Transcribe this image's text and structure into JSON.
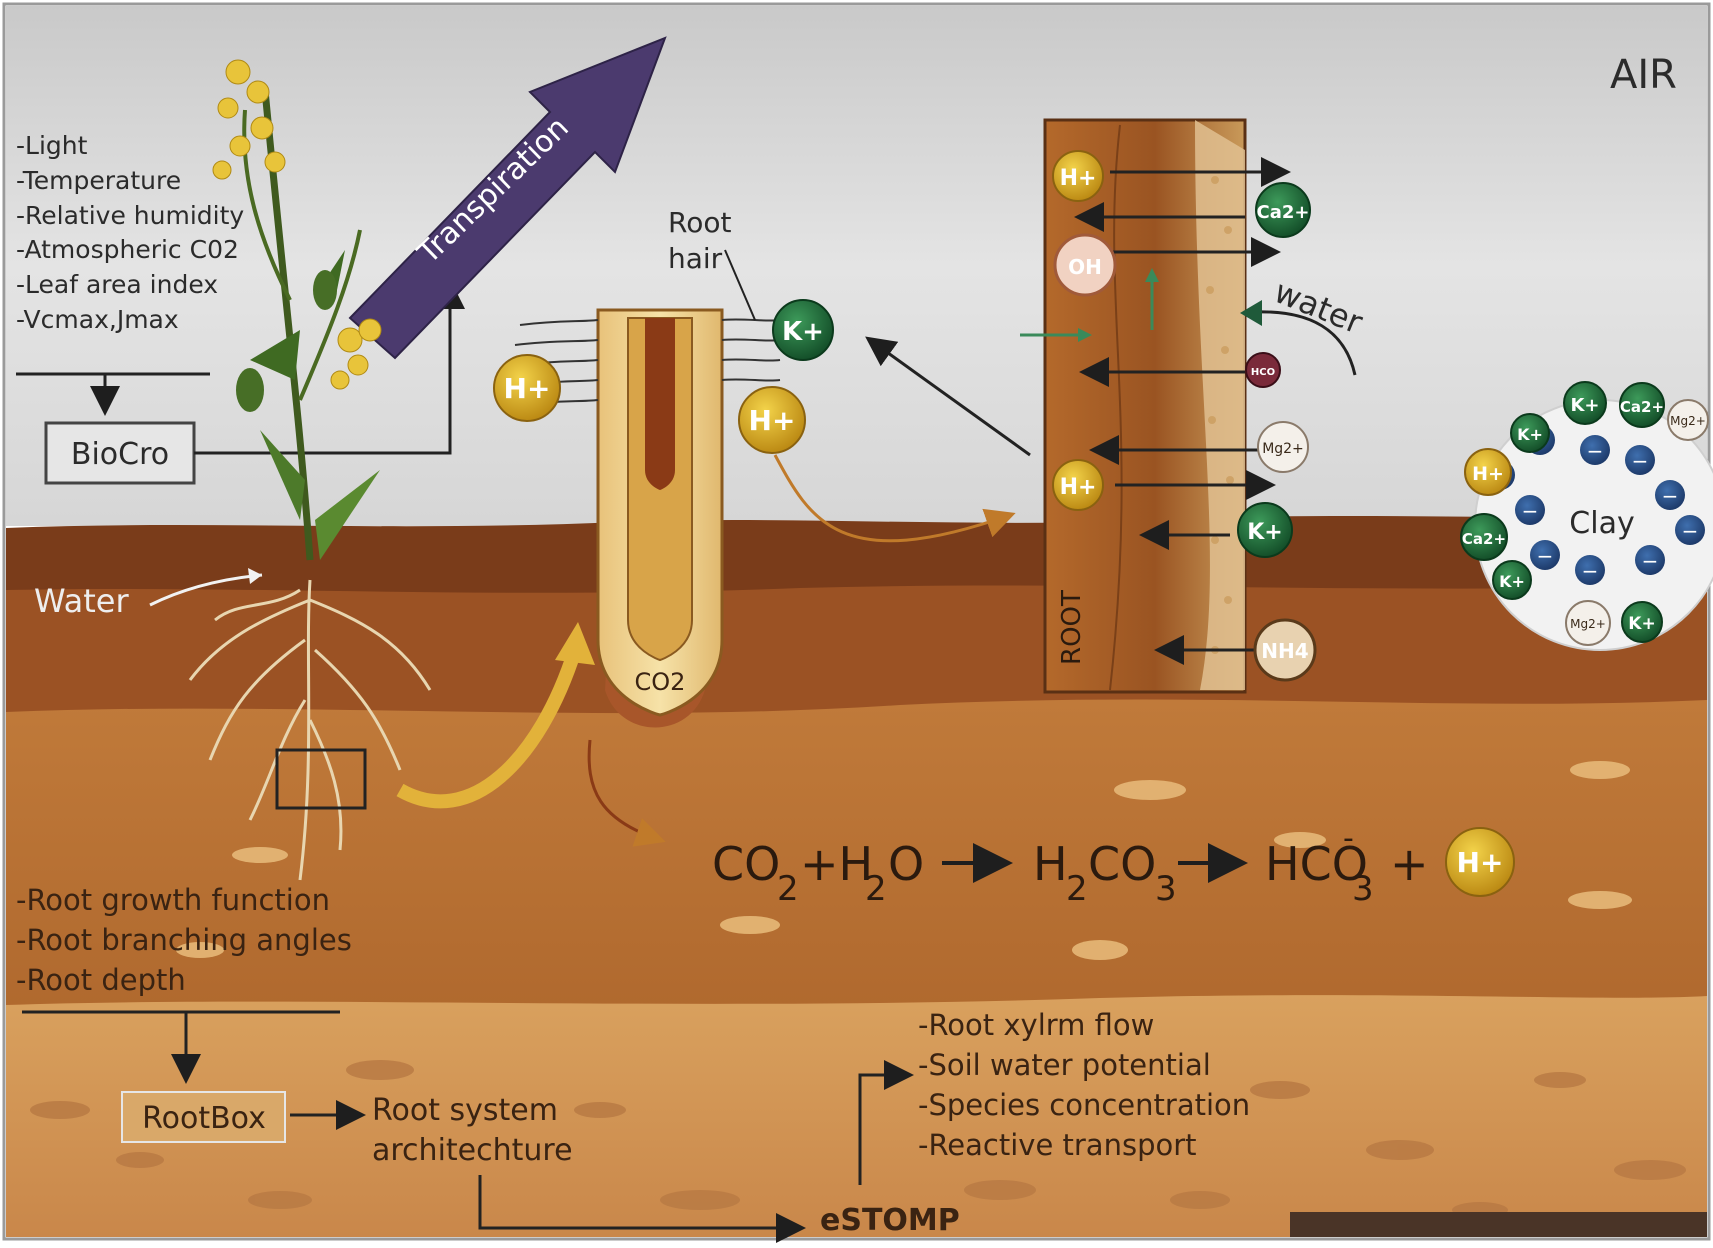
{
  "air_label": "AIR",
  "plant_inputs": [
    "-Light",
    "-Temperature",
    "-Relative humidity",
    "-Atmospheric C02",
    "-Leaf area index",
    "-Vcmax,Jmax"
  ],
  "biocro_label": "BioCro",
  "transpiration_label": "Transpiration",
  "root_hair_label_1": "Root",
  "root_hair_label_2": "hair",
  "water_label": "Water",
  "water_flow_label": "water",
  "root_label": "ROOT",
  "clay_label": "Clay",
  "co2_label": "CO2",
  "ions": {
    "h": "H+",
    "k": "K+",
    "ca": "Ca2+",
    "oh": "OH",
    "mg": "Mg2+",
    "nh4": "NH4",
    "hco": "HCO",
    "minus": "−"
  },
  "equation": {
    "co2": "CO",
    "co2_sub": "2",
    "plus_h2o": "+H",
    "h2o_sub": "2",
    "h2o_o": "O",
    "h2co3_h": "H",
    "h2co3_sub1": "2",
    "h2co3_co": "CO",
    "h2co3_sub2": "3",
    "hco3": "HCO",
    "hco3_sup": "-",
    "hco3_sub": "3",
    "plus": "+",
    "h_ion": "H+"
  },
  "root_params": [
    "-Root growth function",
    "-Root branching angles",
    "-Root depth"
  ],
  "rootbox_label": "RootBox",
  "root_system_1": "Root system",
  "root_system_2": "architechture",
  "estomp_params": [
    "-Root xylrm flow",
    "-Soil water potential",
    "-Species concentration",
    "-Reactive transport"
  ],
  "estomp_label": "eSTOMP",
  "colors": {
    "sky": "#dcdcdc",
    "topsoil": "#7a3f1c",
    "midsoil": "#b7672d",
    "deepsoil": "#c98a4a",
    "arrow_purple": "#4b3a6e",
    "ion_yellow": "#d9a91a",
    "ion_green": "#1f6b3a"
  }
}
